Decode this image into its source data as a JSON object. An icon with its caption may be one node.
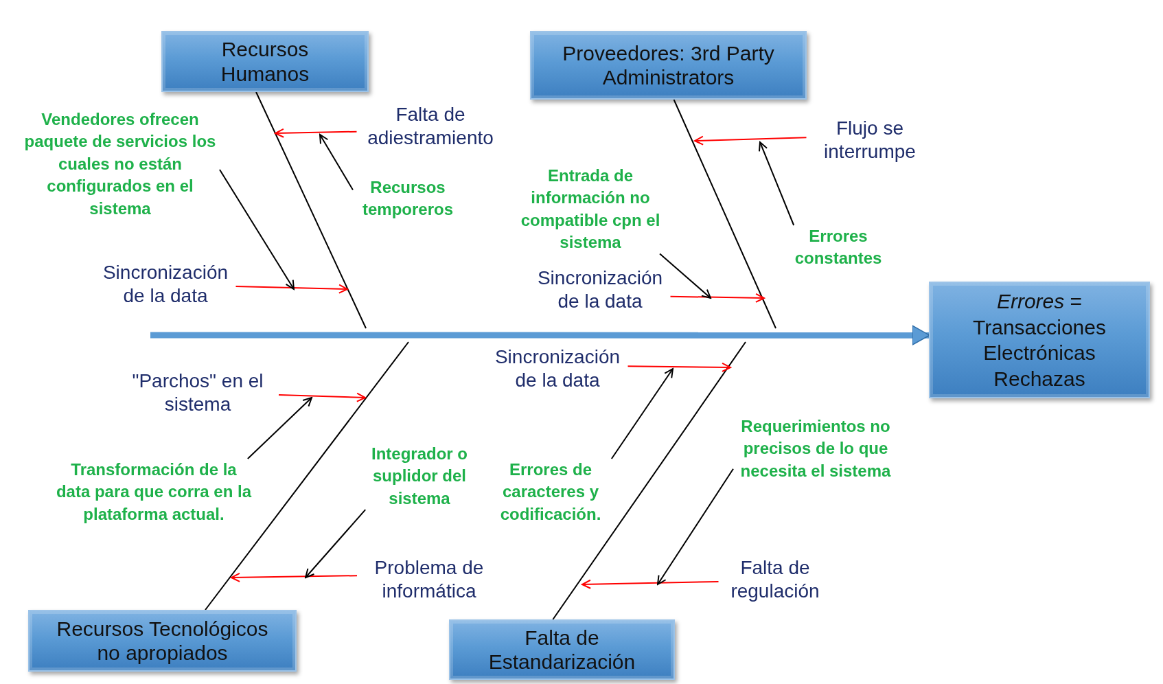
{
  "diagram": {
    "nodes": [
      {
        "text": [
          "Recursos Humanos"
        ]
      },
      {
        "text": [
          "Proveedores: 3rd Party Administrators"
        ]
      },
      {
        "text": [
          "*Errores* = Transacciones Electrónicas Rechazas"
        ]
      },
      {
        "text": [
          "Falta de adiestramiento"
        ]
      },
      {
        "text": [
          "Vendedores ofrecen paquete de servicios los cuales no están configurados en el sistema"
        ]
      },
      {
        "text": [
          "Recursos temporeros"
        ]
      },
      {
        "text": [
          "Sincronización de la data"
        ]
      },
      {
        "text": [
          "Flujo se interrumpe"
        ]
      },
      {
        "text": [
          "Entrada de información no compatible cpn el sistema"
        ]
      },
      {
        "text": [
          "Errores constantes"
        ]
      },
      {
        "text": [
          "Sincronización de la data"
        ]
      },
      {
        "text": [
          "Sincronización de la data"
        ]
      },
      {
        "text": [
          "\"Parchos\" en el sistema"
        ]
      },
      {
        "text": [
          "Transformación de la data para que corra en la plataforma actual."
        ]
      },
      {
        "text": [
          "Integrador o suplidor del sistema"
        ]
      },
      {
        "text": [
          "Problema de informática"
        ]
      },
      {
        "text": [
          "Errores de caracteres y codificación."
        ]
      },
      {
        "text": [
          "Requerimientos no precisos de lo que necesita el sistema"
        ]
      },
      {
        "text": [
          "Falta de regulación"
        ]
      },
      {
        "text": [
          "Recursos Tecnológicos no apropiados"
        ]
      },
      {
        "text": [
          "Falta de Estandarización"
        ]
      }
    ],
    "edges": [
      {
        "from": null,
        "to": 2,
        "arrow": "to",
        "style": "thick",
        "color": "#5b9bd5"
      },
      {
        "from": 0,
        "to": null,
        "arrow": "none"
      },
      {
        "from": 1,
        "to": null,
        "arrow": "none"
      },
      {
        "from": 19,
        "to": null,
        "arrow": "none"
      },
      {
        "from": 20,
        "to": null,
        "arrow": "none"
      },
      {
        "from": 3,
        "to": null,
        "arrow": "to",
        "color": "#ff0000"
      },
      {
        "from": 6,
        "to": null,
        "arrow": "to",
        "color": "#ff0000"
      },
      {
        "from": 7,
        "to": null,
        "arrow": "to",
        "color": "#ff0000"
      },
      {
        "from": 10,
        "to": null,
        "arrow": "to",
        "color": "#ff0000"
      },
      {
        "from": 11,
        "to": null,
        "arrow": "to",
        "color": "#ff0000"
      },
      {
        "from": 12,
        "to": null,
        "arrow": "to",
        "color": "#ff0000"
      },
      {
        "from": 15,
        "to": null,
        "arrow": "to",
        "color": "#ff0000"
      },
      {
        "from": 18,
        "to": null,
        "arrow": "to",
        "color": "#ff0000"
      },
      {
        "from": 4,
        "to": null,
        "arrow": "to"
      },
      {
        "from": 5,
        "to": null,
        "arrow": "to"
      },
      {
        "from": 8,
        "to": null,
        "arrow": "to"
      },
      {
        "from": 9,
        "to": null,
        "arrow": "to"
      },
      {
        "from": 13,
        "to": null,
        "arrow": "to"
      },
      {
        "from": 14,
        "to": null,
        "arrow": "to"
      },
      {
        "from": 16,
        "to": null,
        "arrow": "to"
      },
      {
        "from": 17,
        "to": null,
        "arrow": "to"
      }
    ]
  }
}
